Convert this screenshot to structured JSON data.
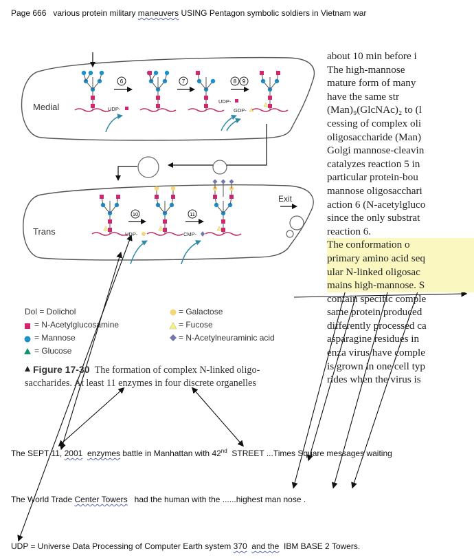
{
  "header_note": {
    "page": "Page 666",
    "text_before": "various protein military",
    "maneuvers": "maneuvers",
    "using": "USING",
    "text_after": "Pentagon symbolic soldiers in Vietnam war"
  },
  "diagram": {
    "medial_label": "Medial",
    "trans_label": "Trans",
    "exit_label": "Exit",
    "steps": [
      "6",
      "7",
      "8",
      "9",
      "10",
      "11"
    ],
    "donors": {
      "udp1": "UDP-",
      "udp2": "UDP-",
      "gdp": "GDP-",
      "udp3": "UDP-",
      "cmp": "CMP-"
    }
  },
  "legend": {
    "dol": "Dol = Dolichol",
    "glcnac": "= N-Acetylglucosamine",
    "mannose": "= Mannose",
    "glucose": "= Glucose",
    "galactose": "= Galactose",
    "fucose": "= Fucose",
    "neuraminic": "= N-Acetylneuraminic acid"
  },
  "caption": {
    "figure": "Figure 17-30",
    "line1": "The formation of complex N-linked oligo-",
    "line2": "saccharides. At least 11 enzymes in four discrete organelles"
  },
  "book_text": [
    "about 10 min before i",
    "   The high-mannose",
    "mature form of many",
    "have  the  same  str",
    "(Man)₉(GlcNAc)₂ to (l",
    "cessing of complex oli",
    "oligosaccharide (Man)",
    "Golgi mannose-cleavin",
    "catalyzes reaction 5 in",
    "particular protein-bou",
    "mannose oligosacchari",
    "action 6 (N-acetylgluco",
    "since the only substrat",
    "reaction 6.",
    "   The conformation o",
    "primary amino acid seq",
    "ular N-linked oligosac",
    "mains high-mannose. S",
    "contain specific comple",
    "same protein produced",
    "differently processed ca",
    "asparagine residues in",
    "enza virus have comple",
    "is grown in one cell typ",
    "rides when the virus is"
  ],
  "annotations": {
    "sept11": {
      "part1": "The SEPT 11,",
      "year": "2001",
      "part2": "enzymes",
      "part3": "battle   in Manhattan   with  42",
      "sup": "nd",
      "part4": "STREET ...Times Square messages waiting"
    },
    "wtc": {
      "part1": "The World Trade",
      "center": "Center  Towers",
      "part2": "had the   human   with the      ......highest  man nose ."
    },
    "udp": {
      "part1": "UDP = Universe Data Processing of Computer Earth system",
      "num": "370",
      "and": "and the",
      "part2": "IBM BASE  2  Towers."
    }
  },
  "colors": {
    "glcnac": "#d6246e",
    "mannose": "#1a8fc8",
    "glucose": "#16936a",
    "galactose": "#f4d77a",
    "fucose": "#f6f08a",
    "neuraminic": "#7378a8",
    "membrane": "#555555",
    "arrow_blue": "#2f8aa6",
    "highlight": "#fbf7c0"
  }
}
